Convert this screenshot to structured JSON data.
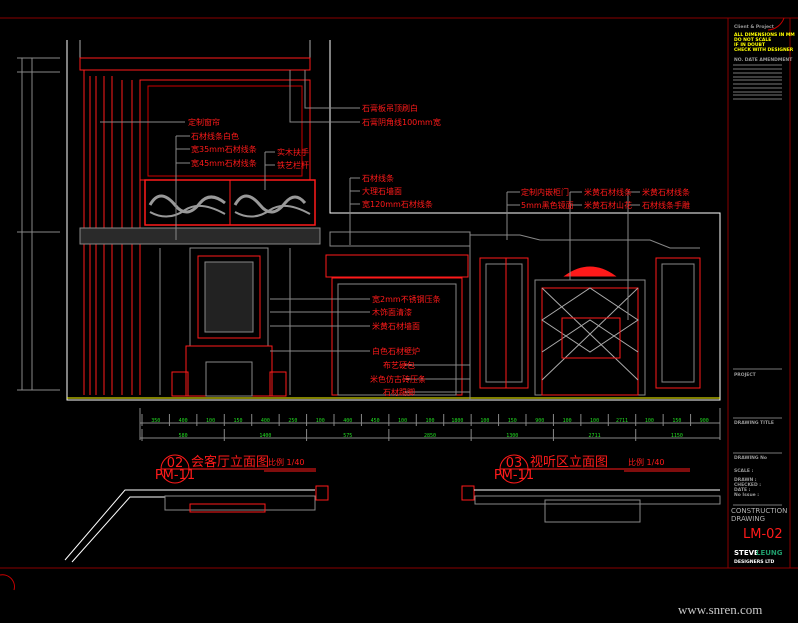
{
  "colors": {
    "background": "#000000",
    "red": "#ff1a1a",
    "gray": "#9a9a9a",
    "white": "#ffffff",
    "yellow": "#ffff00",
    "green": "#22dd22",
    "brand_green": "#1f9a6a"
  },
  "labels_left": [
    "定制窗帘",
    "石材线条白色",
    "宽35mm石材线条",
    "宽45mm石材线条"
  ],
  "labels_rail": [
    "实木扶手",
    "铁艺栏杆"
  ],
  "labels_top": [
    "石膏板吊顶刷白",
    "石膏阴角线100mm宽"
  ],
  "labels_mid_upper": [
    "石材线条",
    "大理石墙面",
    "宽120mm石材线条"
  ],
  "labels_mid_lower": [
    "宽2mm不锈钢压条",
    "木饰面清漆",
    "米黄石材墙面",
    "白色石材壁炉",
    "布艺硬包",
    "米色仿古砖压条",
    "石材踢脚"
  ],
  "labels_right_a": [
    "定制内嵌柜门",
    "5mm黑色镜面"
  ],
  "labels_right_b": [
    "米黄石材线条",
    "米黄石材山花"
  ],
  "labels_right_c": [
    "米黄石材线条",
    "石材线条手雕"
  ],
  "dims_row1": [
    "350",
    "400",
    "100",
    "150",
    "400",
    "250",
    "100",
    "400",
    "450",
    "100",
    "100",
    "1800",
    "100",
    "150",
    "900",
    "100",
    "100",
    "2711",
    "100",
    "150",
    "900"
  ],
  "dims_row2": [
    "580",
    "1400",
    "575",
    "2850",
    "1300",
    "2711",
    "1150"
  ],
  "elevation_02": {
    "number": "02",
    "ref": "PM-11",
    "title": "会客厅立面图",
    "scale": "比例 1/40"
  },
  "elevation_03": {
    "number": "03",
    "ref": "PM-11",
    "title": "视听区立面图",
    "scale": "比例 1/40"
  },
  "title_block": {
    "client": "Client & Project",
    "notes": [
      "ALL DIMENSIONS IN MM",
      "DO NOT SCALE",
      "IF IN DOUBT",
      "CHECK WITH DESIGNER"
    ],
    "revision_header": "NO. DATE AMENDMENT",
    "project": "PROJECT",
    "drawing_title": "DRAWING TITLE",
    "drawing_no": "DRAWING No",
    "scale": "SCALE :",
    "drawn": "DRAWN :",
    "checked": "CHECKED :",
    "date": "DATE :",
    "no_issue": "No Issue :",
    "status": "CONSTRUCTION DRAWING",
    "sheet": "LM-02",
    "brand_a": "STEVE",
    "brand_b": "LEUNG",
    "brand_sub": "DESIGNERS LTD"
  },
  "watermark": "www.snren.com"
}
